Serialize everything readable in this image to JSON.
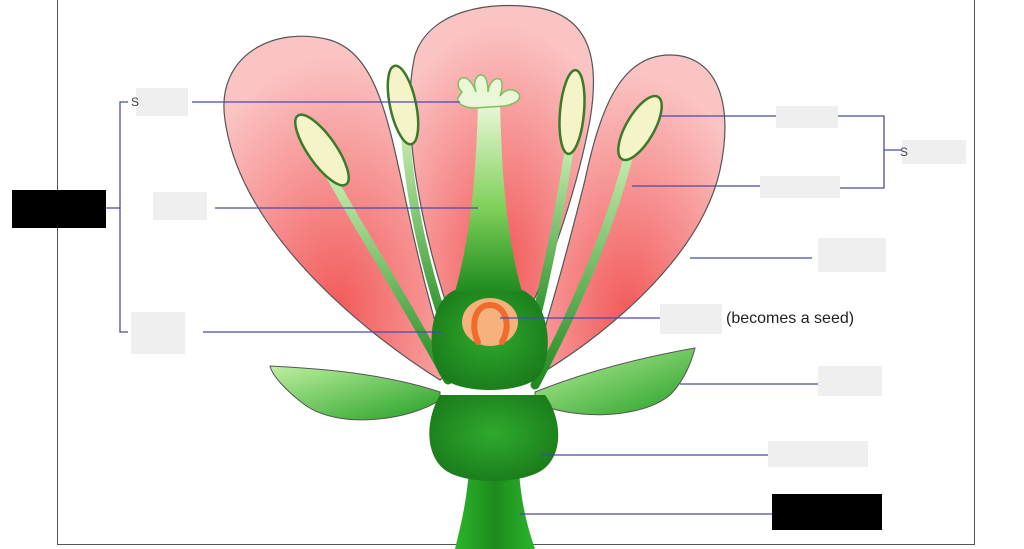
{
  "caption": "(becomes a seed)",
  "label_fragments": {
    "stigma_initial": "S",
    "stamen_initial": "S"
  },
  "colors": {
    "petal_fill": "#f7a8a8",
    "petal_stroke": "#555555",
    "green_dark": "#1f8a1f",
    "green_light": "#8fdc6e",
    "anther": "#f4f4c8",
    "ovule": "#f08a5d",
    "leader_line": "#4a4aa8",
    "answer_box_black": "#000000",
    "answer_box_blank": "#f0f0f0"
  }
}
